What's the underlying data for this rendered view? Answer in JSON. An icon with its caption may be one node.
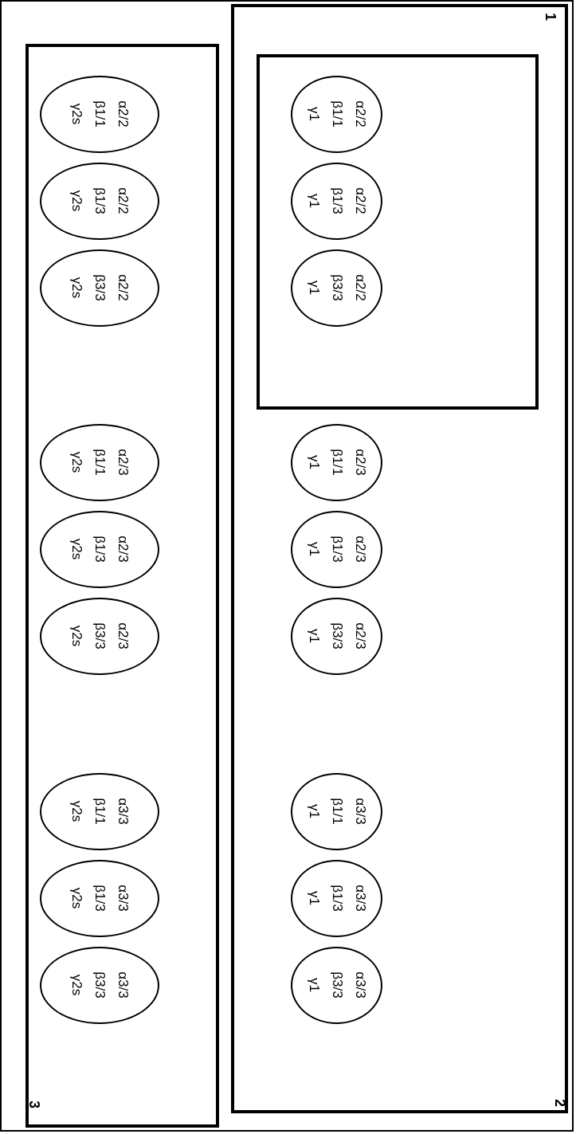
{
  "diagram": {
    "nodes": [
      {
        "text": [
          "2"
        ]
      },
      {
        "text": [
          "1"
        ],
        "in": 0
      },
      {
        "text": [
          "α2/2",
          "β1/1",
          "γ1"
        ],
        "in": 1
      },
      {
        "text": [
          "α2/2",
          "β1/3",
          "γ1"
        ],
        "in": 1
      },
      {
        "text": [
          "α2/2",
          "β3/3",
          "γ1"
        ],
        "in": 1
      },
      {
        "text": [
          "α2/3",
          "β1/1",
          "γ1"
        ],
        "in": 0
      },
      {
        "text": [
          "α2/3",
          "β1/3",
          "γ1"
        ],
        "in": 0
      },
      {
        "text": [
          "α2/3",
          "β3/3",
          "γ1"
        ],
        "in": 0
      },
      {
        "text": [
          "α3/3",
          "β1/1",
          "γ1"
        ],
        "in": 0
      },
      {
        "text": [
          "α3/3",
          "β1/3",
          "γ1"
        ],
        "in": 0
      },
      {
        "text": [
          "α3/3",
          "β3/3",
          "γ1"
        ],
        "in": 0
      },
      {
        "text": [
          "3"
        ]
      },
      {
        "text": [
          "α2/2",
          "β1/1",
          "γ2s"
        ],
        "in": 11
      },
      {
        "text": [
          "α2/2",
          "β1/3",
          "γ2s"
        ],
        "in": 11
      },
      {
        "text": [
          "α2/2",
          "β3/3",
          "γ2s"
        ],
        "in": 11
      },
      {
        "text": [
          "α2/3",
          "β1/1",
          "γ2s"
        ],
        "in": 11
      },
      {
        "text": [
          "α2/3",
          "β1/3",
          "γ2s"
        ],
        "in": 11
      },
      {
        "text": [
          "α2/3",
          "β3/3",
          "γ2s"
        ],
        "in": 11
      },
      {
        "text": [
          "α3/3",
          "β1/1",
          "γ2s"
        ],
        "in": 11
      },
      {
        "text": [
          "α3/3",
          "β1/3",
          "γ2s"
        ],
        "in": 11
      },
      {
        "text": [
          "α3/3",
          "β3/3",
          "γ2s"
        ],
        "in": 11
      }
    ]
  }
}
